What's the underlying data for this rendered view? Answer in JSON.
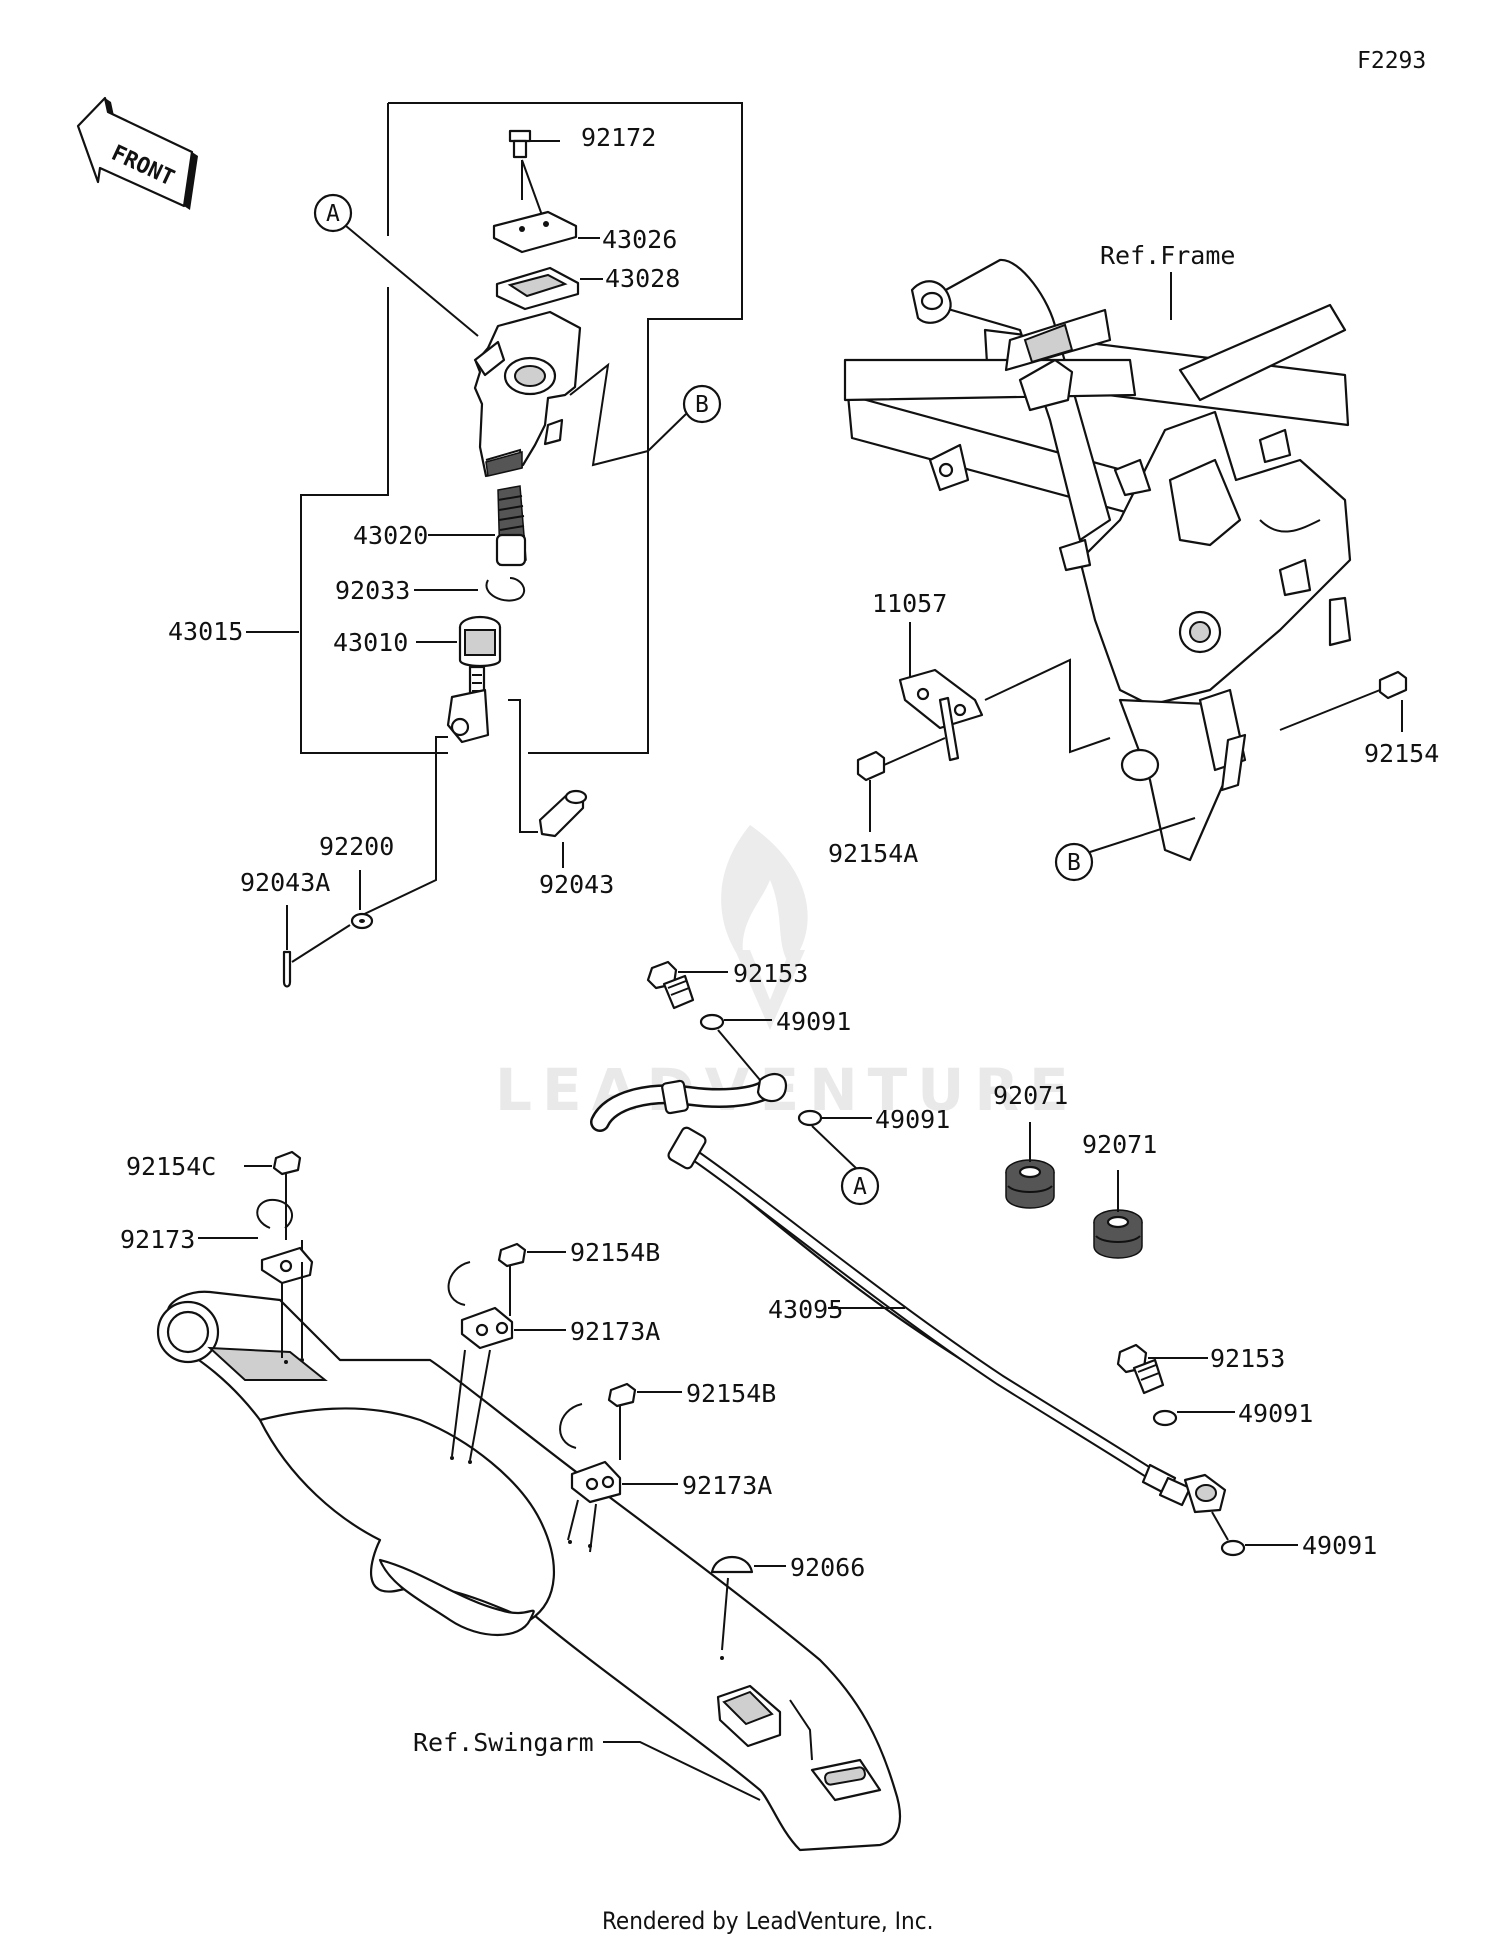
{
  "diagram_code": "F2293",
  "front_label": "FRONT",
  "footer": "Rendered by LeadVenture, Inc.",
  "watermark": "LEADVENTURE",
  "callouts": {
    "ref_a": "A",
    "ref_b": "B"
  },
  "references": {
    "frame": "Ref.Frame",
    "swingarm": "Ref.Swingarm"
  },
  "parts": {
    "p92172": "92172",
    "p43026": "43026",
    "p43028": "43028",
    "p43020": "43020",
    "p92033": "92033",
    "p43015": "43015",
    "p43010": "43010",
    "p92200": "92200",
    "p92043A": "92043A",
    "p92043": "92043",
    "p11057": "11057",
    "p92154": "92154",
    "p92154A": "92154A",
    "p92153_top": "92153",
    "p49091_a": "49091",
    "p49091_b": "49091",
    "p92071_a": "92071",
    "p92071_b": "92071",
    "p92154C": "92154C",
    "p92173": "92173",
    "p92154B_a": "92154B",
    "p92173A_a": "92173A",
    "p92154B_b": "92154B",
    "p92173A_b": "92173A",
    "p43095": "43095",
    "p92153_bottom": "92153",
    "p49091_c": "49091",
    "p49091_d": "49091",
    "p92066": "92066"
  },
  "icons": [
    "front-arrow-icon",
    "watermark-flame-icon"
  ]
}
